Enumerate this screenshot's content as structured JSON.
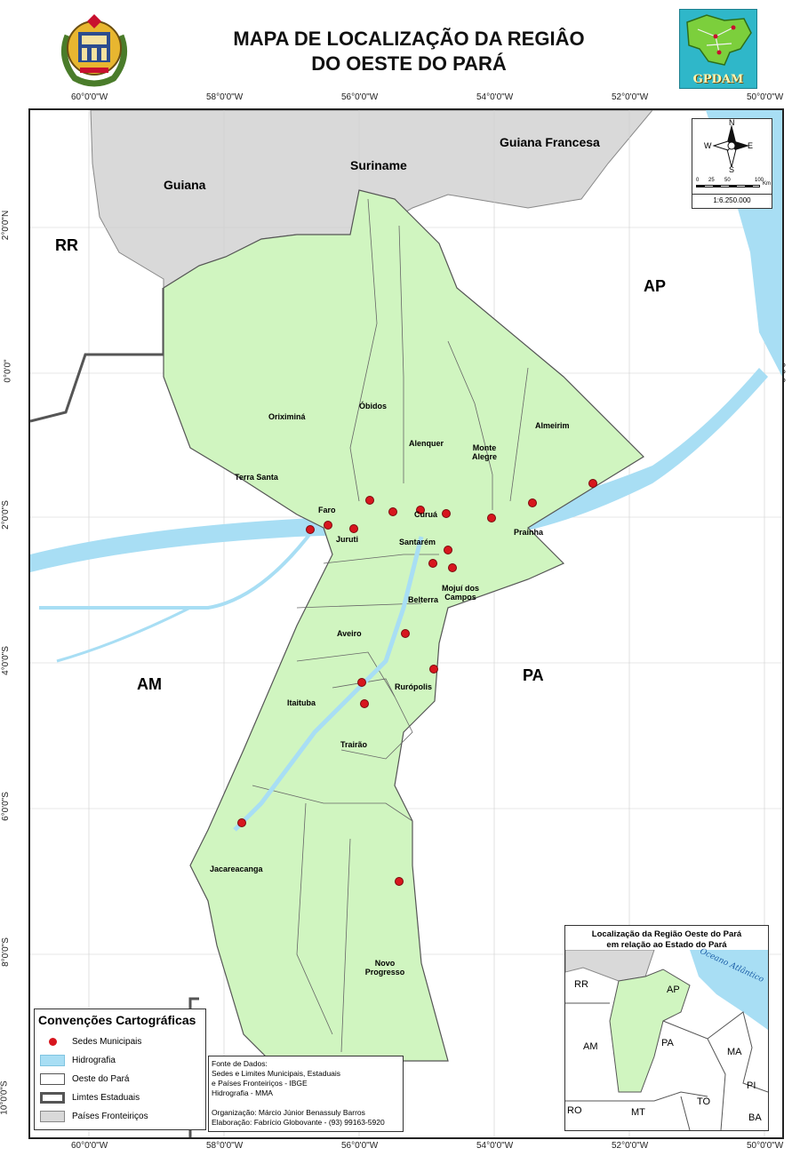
{
  "title_line1": "MAPA DE LOCALIZAÇÃO DA REGIÂO",
  "title_line2": "DO OESTE DO PARÁ",
  "logo_right_text": "GPDAM",
  "coords_top": [
    "60°0'0\"W",
    "58°0'0\"W",
    "56°0'0\"W",
    "54°0'0\"W",
    "52°0'0\"W",
    "50°0'0\"W"
  ],
  "coords_side": [
    "2°0'0\"N",
    "0°0'0\"",
    "2°0'0\"S",
    "4°0'0\"S",
    "6°0'0\"S",
    "8°0'0\"S",
    "10°0'0\"S"
  ],
  "countries": {
    "guiana": "Guiana",
    "suriname": "Suriname",
    "guiana_francesa": "Guiana Francesa"
  },
  "states": {
    "rr": "RR",
    "ap": "AP",
    "am": "AM",
    "pa": "PA"
  },
  "municipalities": {
    "oriximina": "Oriximiná",
    "obidos": "Óbidos",
    "alenquer": "Alenquer",
    "monte_alegre": "Monte Alegre",
    "almeirim": "Almeirim",
    "terra_santa": "Terra Santa",
    "faro": "Faro",
    "juruti": "Juruti",
    "curua": "Curuá",
    "santarem": "Santarém",
    "prainha": "Prainha",
    "belterra": "Belterra",
    "mojui": "Mojuí dos Campos",
    "aveiro": "Aveiro",
    "ruropolis": "Rurópolis",
    "itaituba": "Itaituba",
    "trairao": "Trairão",
    "jacareacanga": "Jacareacanga",
    "novo_progresso": "Novo Progresso"
  },
  "compass": {
    "n": "N",
    "s": "S",
    "e": "E",
    "w": "W",
    "scale_ticks": [
      "0",
      "25",
      "50",
      "100"
    ],
    "scale_unit": "Km",
    "scale_ratio": "1:6.250.000"
  },
  "legend": {
    "title": "Convenções Cartográficas",
    "items": [
      "Sedes Municipais",
      "Hidrografia",
      "Oeste do Pará",
      "Limtes Estaduais",
      "Países Fronteiriços"
    ]
  },
  "source": {
    "line1": "Fonte de Dados:",
    "line2": "Sedes e Limites Municipais, Estaduais",
    "line3": "e Países Fronteiriços - IBGE",
    "line4": "Hidrografia - MMA",
    "line5": "Organização: Márcio Júnior Benassuly Barros",
    "line6": "Elaboração: Fabrício Globovante - (93) 99163-5920"
  },
  "inset": {
    "title_line1": "Localização da Região Oeste do Pará",
    "title_line2": "em relação ao Estado do Pará",
    "ocean": "Oceano Atlântico",
    "states": [
      "RR",
      "AP",
      "AM",
      "PA",
      "MA",
      "PI",
      "TO",
      "MT",
      "RO",
      "BA"
    ]
  },
  "colors": {
    "region": "#d0f5c0",
    "water": "#a8def4",
    "foreign": "#d9d9d9",
    "dot": "#d7161e"
  }
}
